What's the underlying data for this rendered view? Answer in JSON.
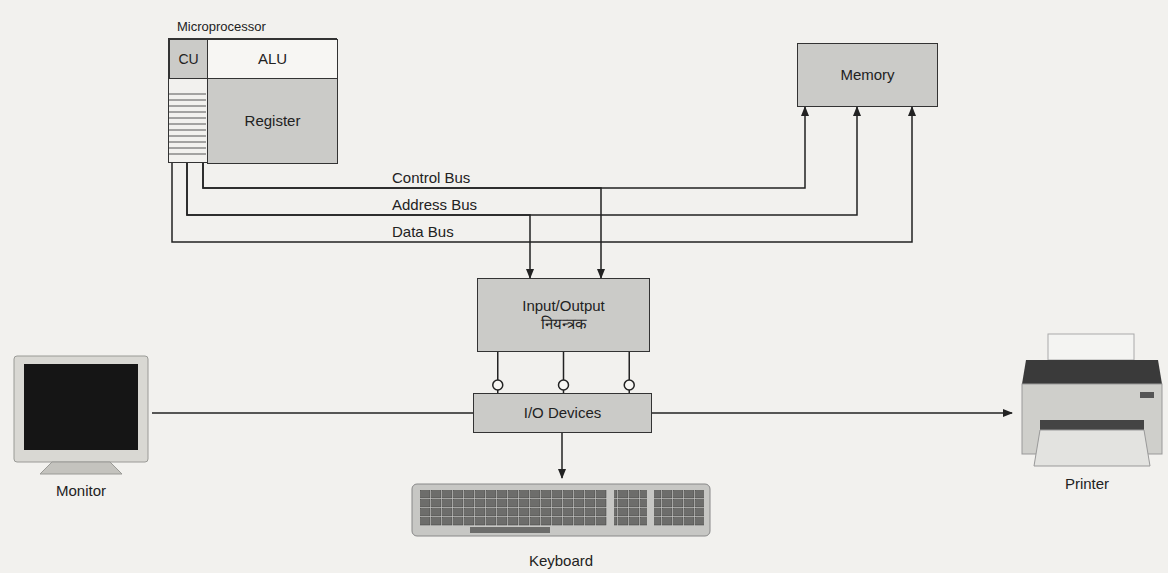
{
  "diagram": {
    "nodes": [
      {
        "text": [
          "Microprocessor"
        ]
      },
      {
        "text": [
          "CU"
        ],
        "in": 0
      },
      {
        "text": [
          "ALU"
        ],
        "in": 0
      },
      {
        "text": [
          "Register"
        ],
        "in": 0
      },
      {
        "text": [
          "Memory"
        ]
      },
      {
        "text": [
          "Input/Output नियन्त्रक"
        ]
      },
      {
        "text": [
          "I/O Devices"
        ]
      },
      {
        "text": [
          "Monitor"
        ]
      },
      {
        "text": [
          "Keyboard"
        ]
      },
      {
        "text": [
          "Printer"
        ]
      }
    ],
    "edges": [
      {
        "from": 0,
        "to": 4,
        "label": "Control Bus",
        "arrow": "to"
      },
      {
        "from": 0,
        "to": 4,
        "label": "Address Bus",
        "arrow": "to"
      },
      {
        "from": 0,
        "to": 4,
        "label": "Data Bus",
        "arrow": "to"
      },
      {
        "from": 0,
        "to": 5,
        "arrow": "to"
      },
      {
        "from": 0,
        "to": 5,
        "arrow": "to"
      },
      {
        "from": 5,
        "to": 6,
        "arrow": "none"
      },
      {
        "from": 6,
        "to": 7,
        "arrow": "none"
      },
      {
        "from": 6,
        "to": 8,
        "arrow": "to"
      },
      {
        "from": 6,
        "to": 9,
        "arrow": "to"
      }
    ]
  }
}
